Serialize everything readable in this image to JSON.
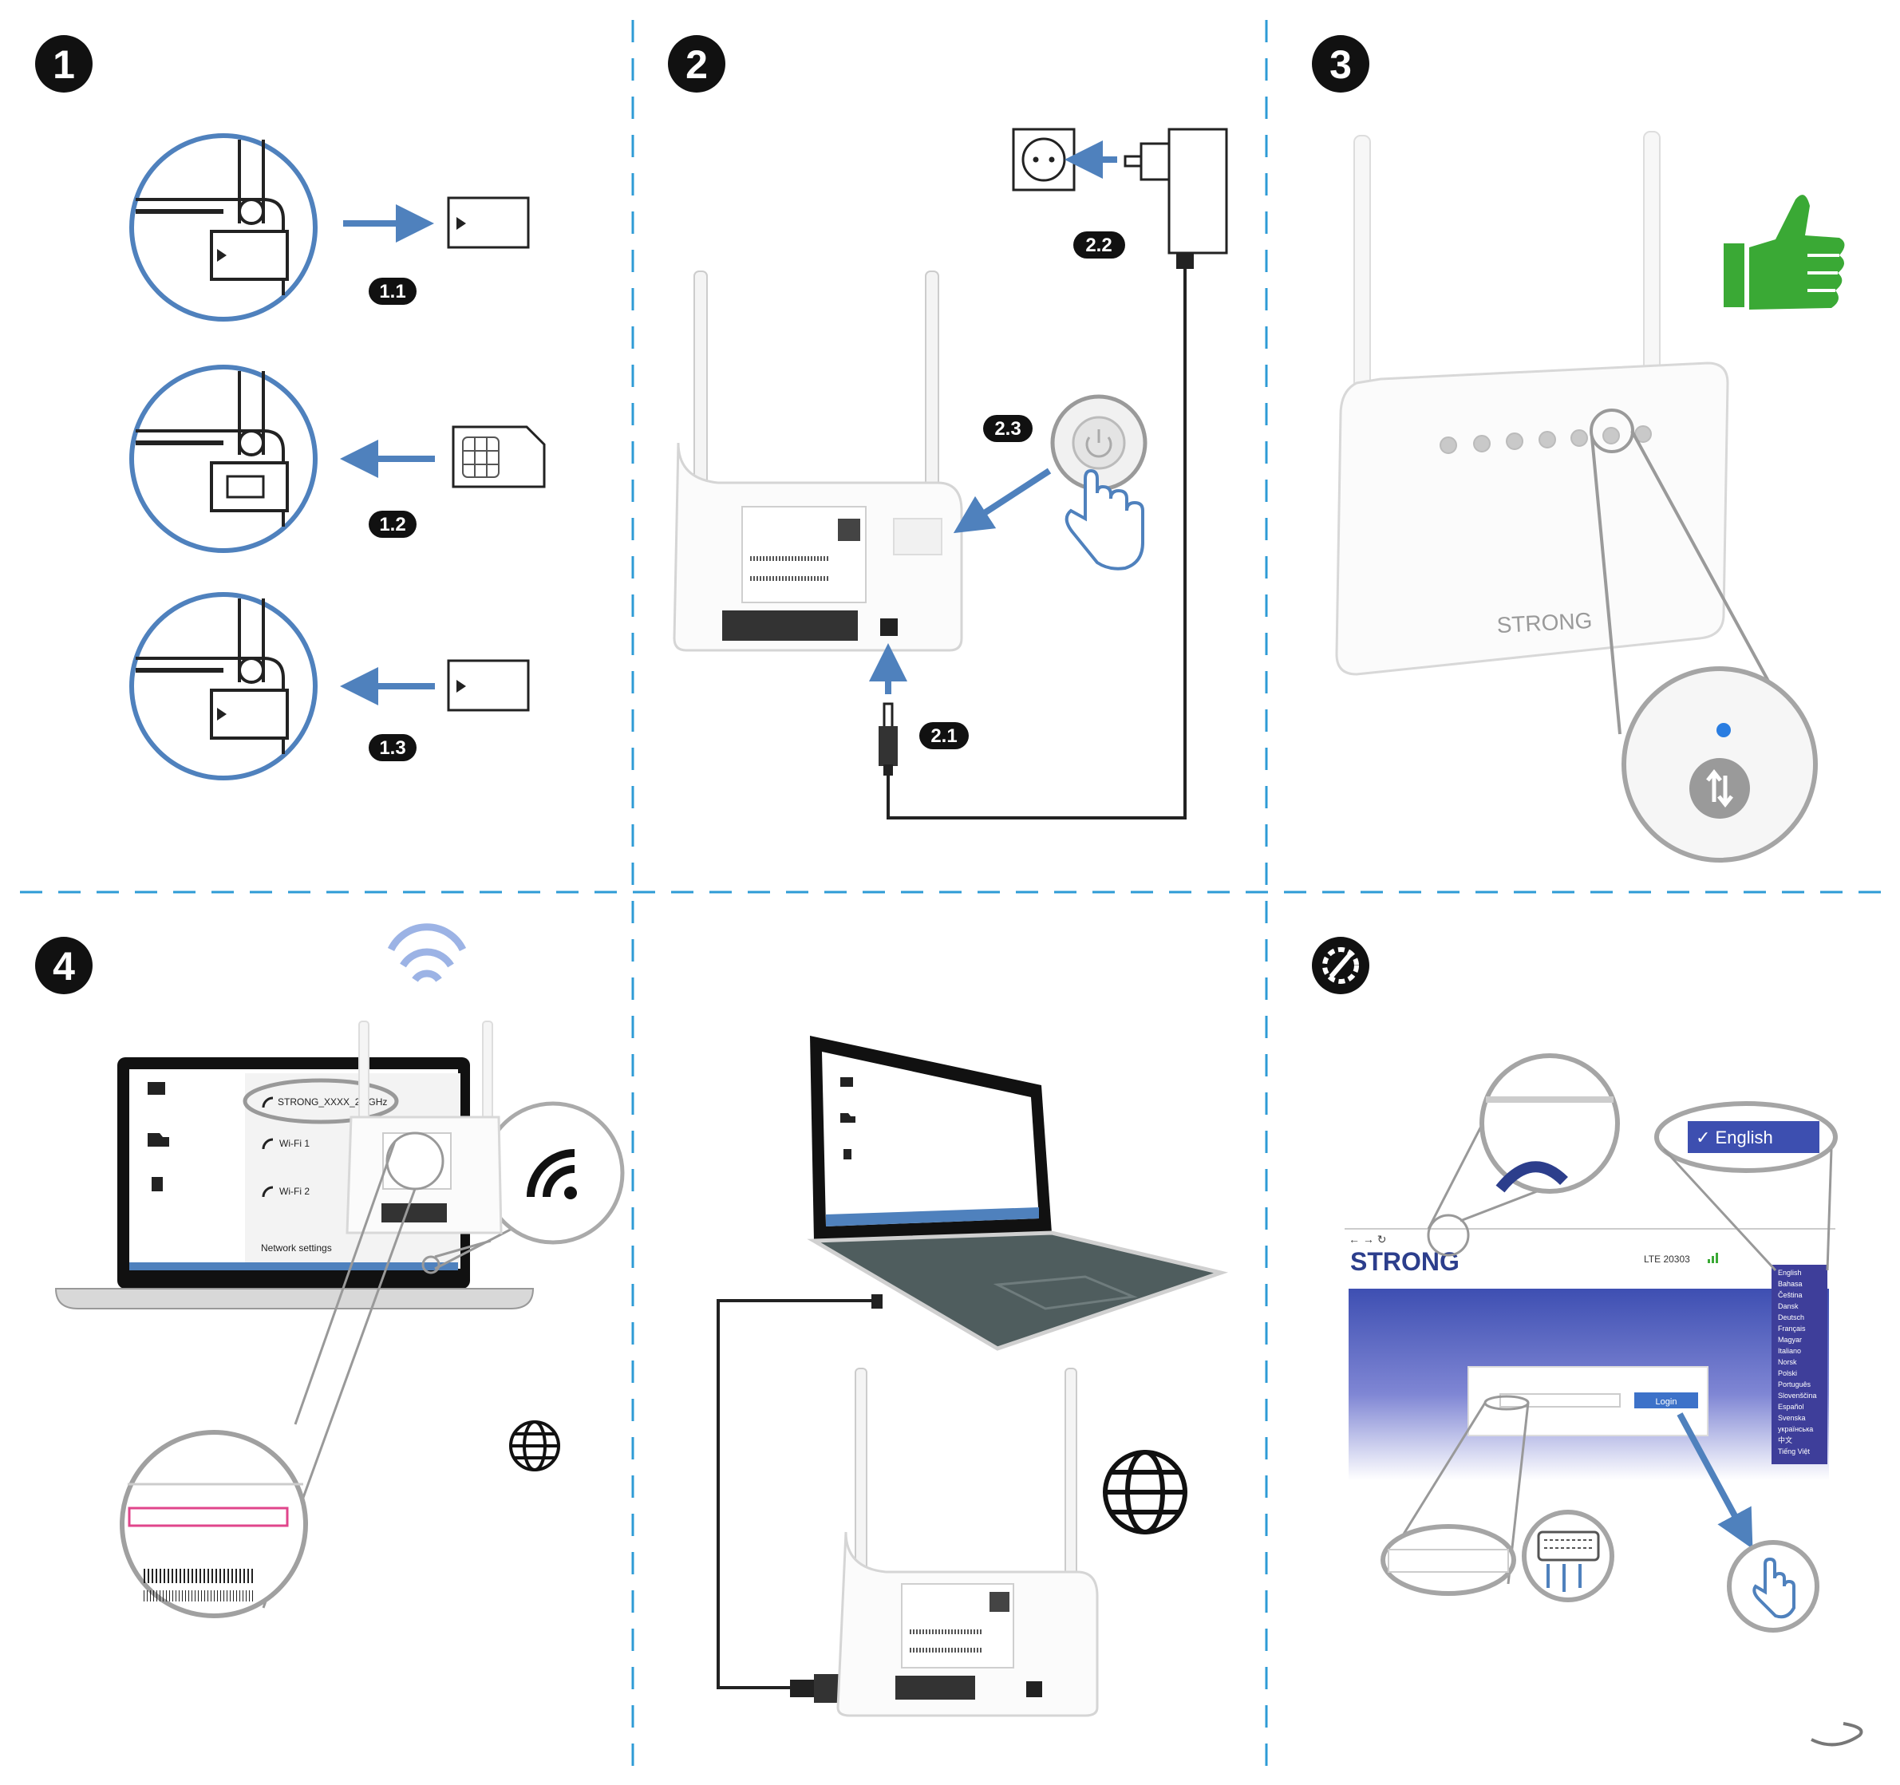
{
  "steps": {
    "s1": "1",
    "s2": "2",
    "s3": "3",
    "s4": "4"
  },
  "substeps": {
    "s11": "1.1",
    "s12": "1.2",
    "s13": "1.3",
    "s21": "2.1",
    "s22": "2.2",
    "s23": "2.3"
  },
  "brand": "STRONG",
  "wifi_menu": {
    "selected_ssid": "STRONG_XXXX_2.4GHz",
    "items": [
      "Wi-Fi 1",
      "Wi-Fi 2"
    ],
    "footer": "Network settings"
  },
  "web_ui": {
    "language_selected": "English",
    "status": "LTE  20303",
    "login_button": "Login",
    "languages": [
      "English",
      "Bahasa",
      "Čeština",
      "Dansk",
      "Deutsch",
      "Français",
      "Magyar",
      "Italiano",
      "Norsk",
      "Polski",
      "Português",
      "Slovenščina",
      "Español",
      "Svenska",
      "українська",
      "中文",
      "Tiếng Việt"
    ]
  },
  "colors": {
    "accent_blue": "#4f81bd",
    "divider_blue": "#2e9bd6",
    "thumb_green": "#3aa935",
    "gray": "#9a9a9a"
  }
}
